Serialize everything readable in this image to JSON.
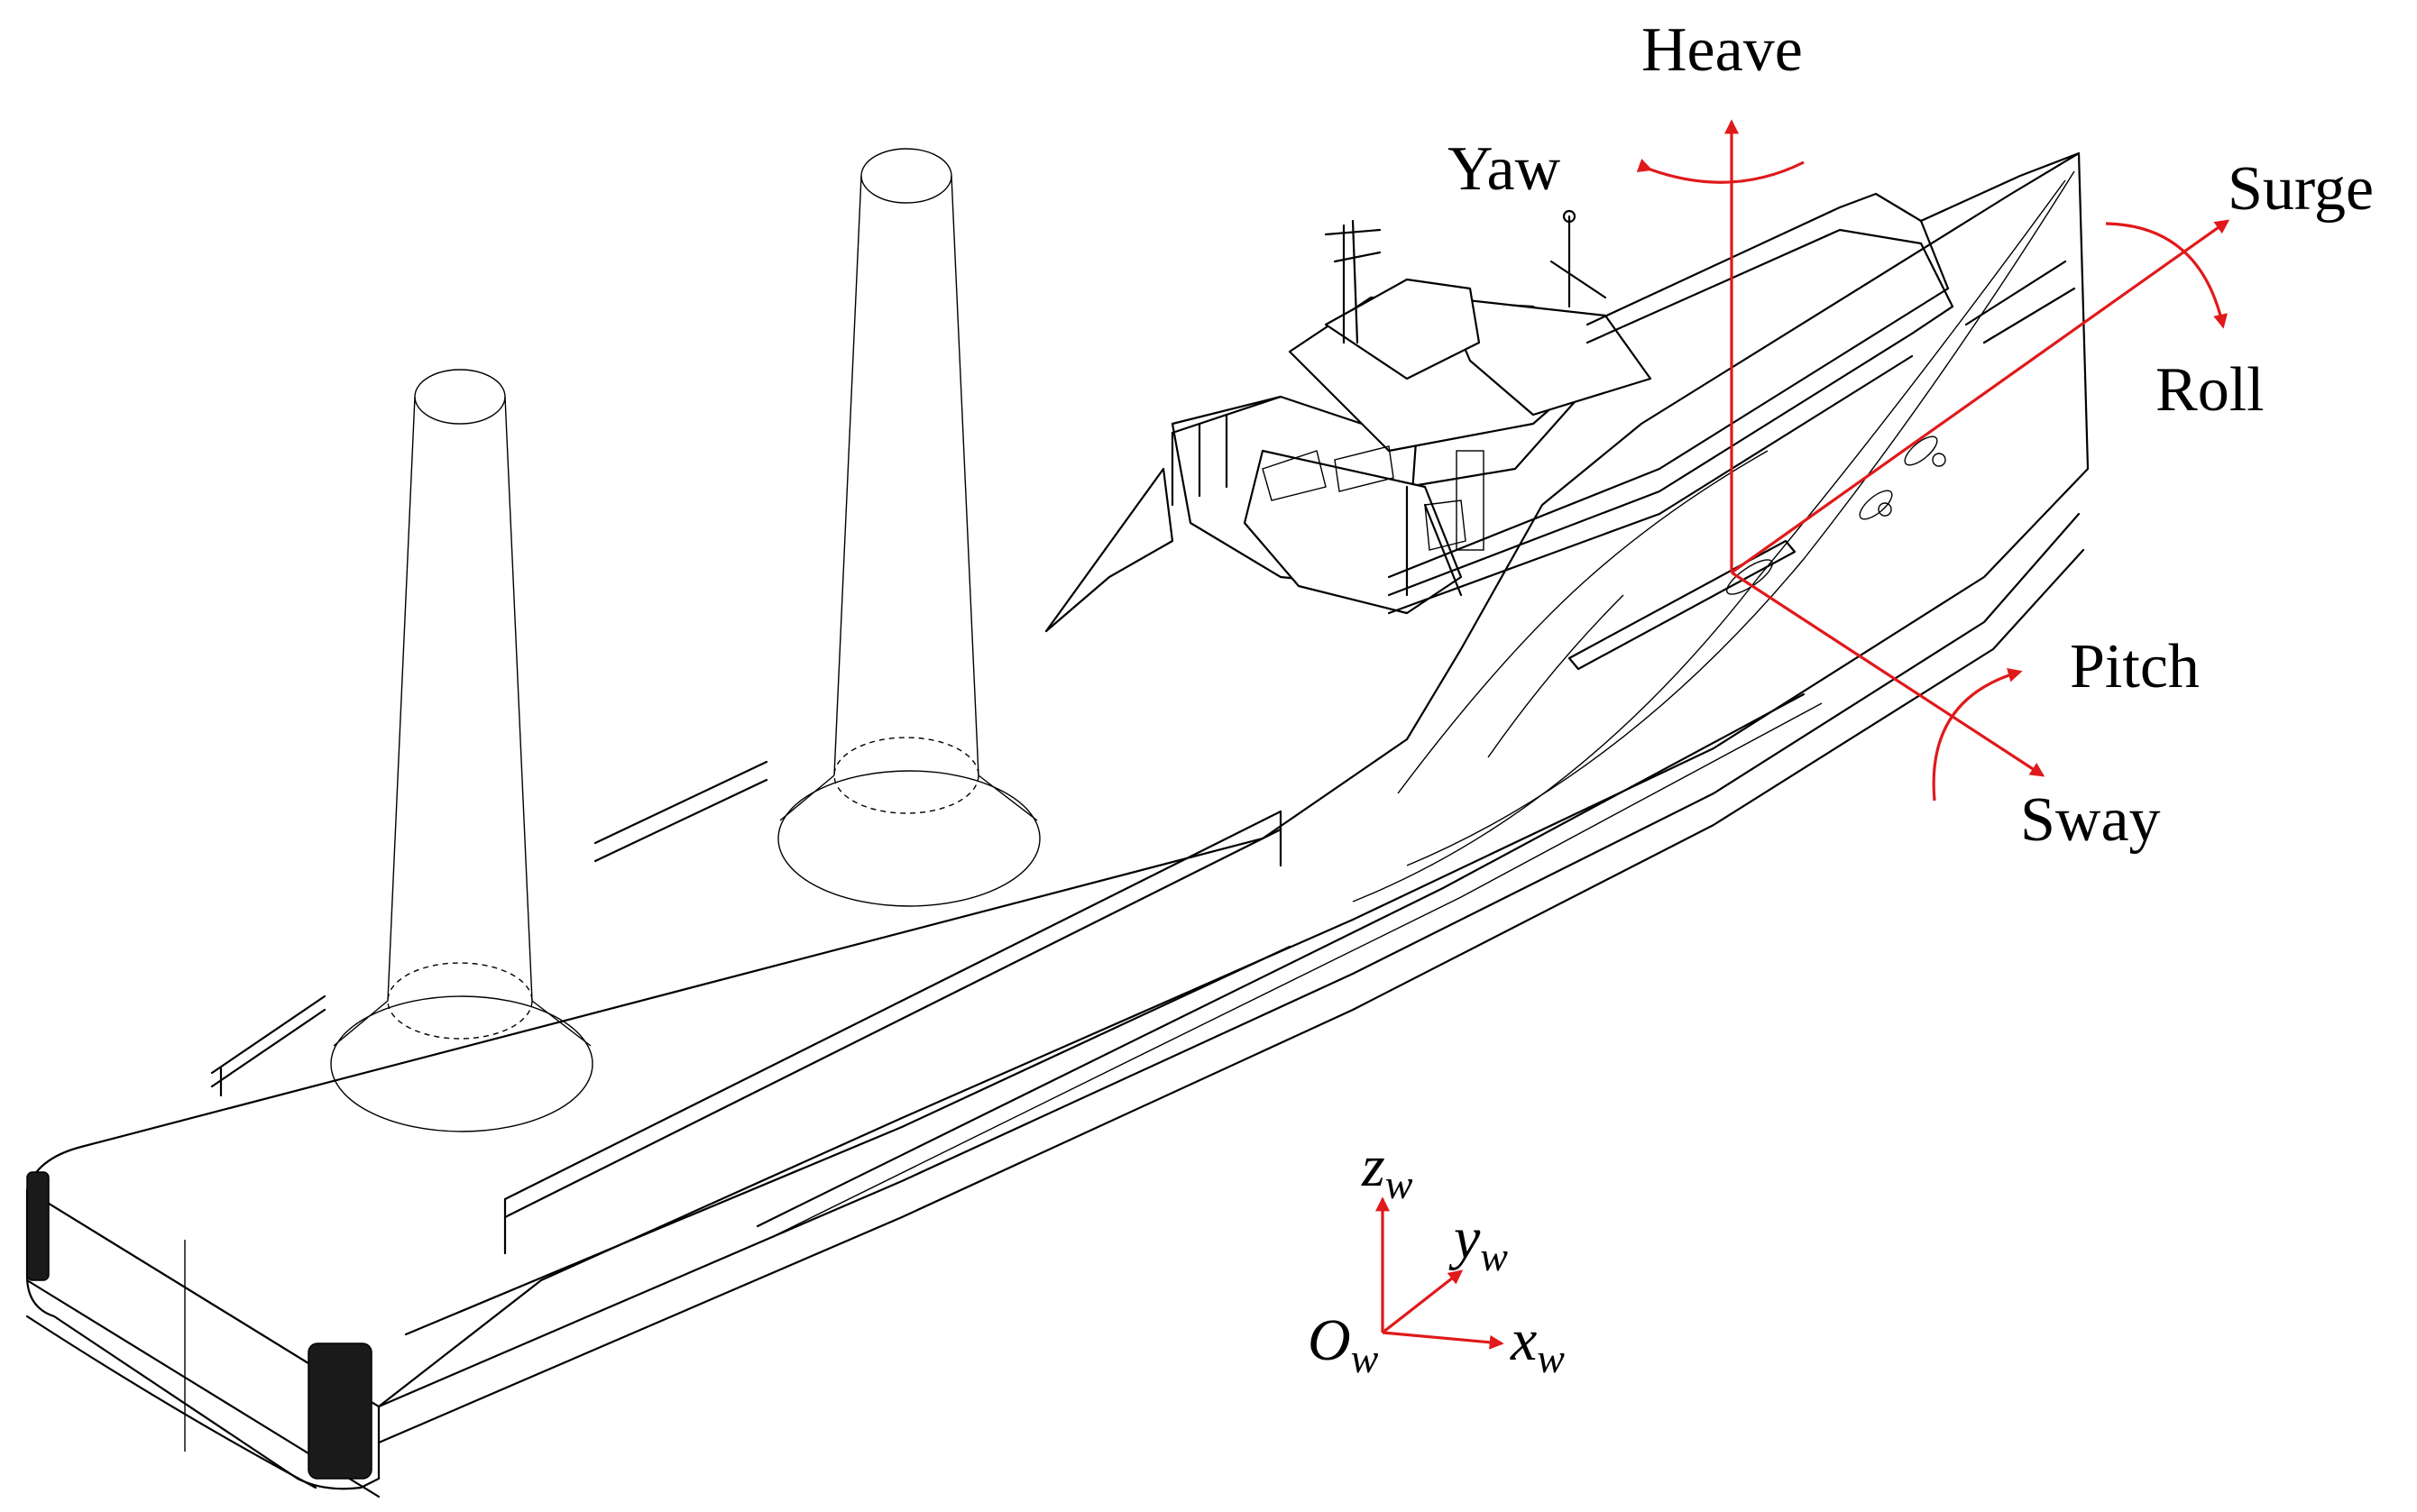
{
  "motions": {
    "heave": "Heave",
    "yaw": "Yaw",
    "surge": "Surge",
    "roll": "Roll",
    "pitch": "Pitch",
    "sway": "Sway"
  },
  "world_frame": {
    "origin": "O",
    "origin_sub": "w",
    "x": "x",
    "x_sub": "w",
    "y": "y",
    "y_sub": "w",
    "z": "z",
    "z_sub": "w"
  },
  "colors": {
    "arrows": "#e0191b",
    "outline": "#000000",
    "background": "#ffffff"
  }
}
